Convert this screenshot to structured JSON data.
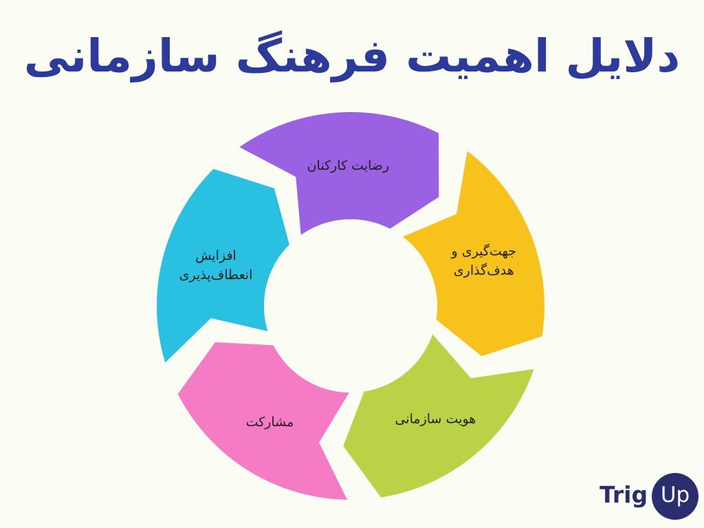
{
  "title": "دلایل اهمیت فرهنگ سازمانی",
  "segments": [
    {
      "label_lines": [
        "جهت‌گیری و",
        "هدف‌گذاری"
      ],
      "color": "#f6c21b"
    },
    {
      "label_lines": [
        "هویت سازمانی"
      ],
      "color": "#b9d246"
    },
    {
      "label_lines": [
        "مشارکت"
      ],
      "color": "#f67bc5"
    },
    {
      "label_lines": [
        "افزایش",
        "انعطاف‌پذیری"
      ],
      "color": "#29c0e1"
    },
    {
      "label_lines": [
        "رضایت کارکنان"
      ],
      "color": "#9b61e3"
    }
  ],
  "logo": {
    "text_left": "Trig",
    "text_right": "Up",
    "color": "#2a2d6e"
  },
  "background": "#fbfcf3",
  "title_color": "#2c3a9b"
}
